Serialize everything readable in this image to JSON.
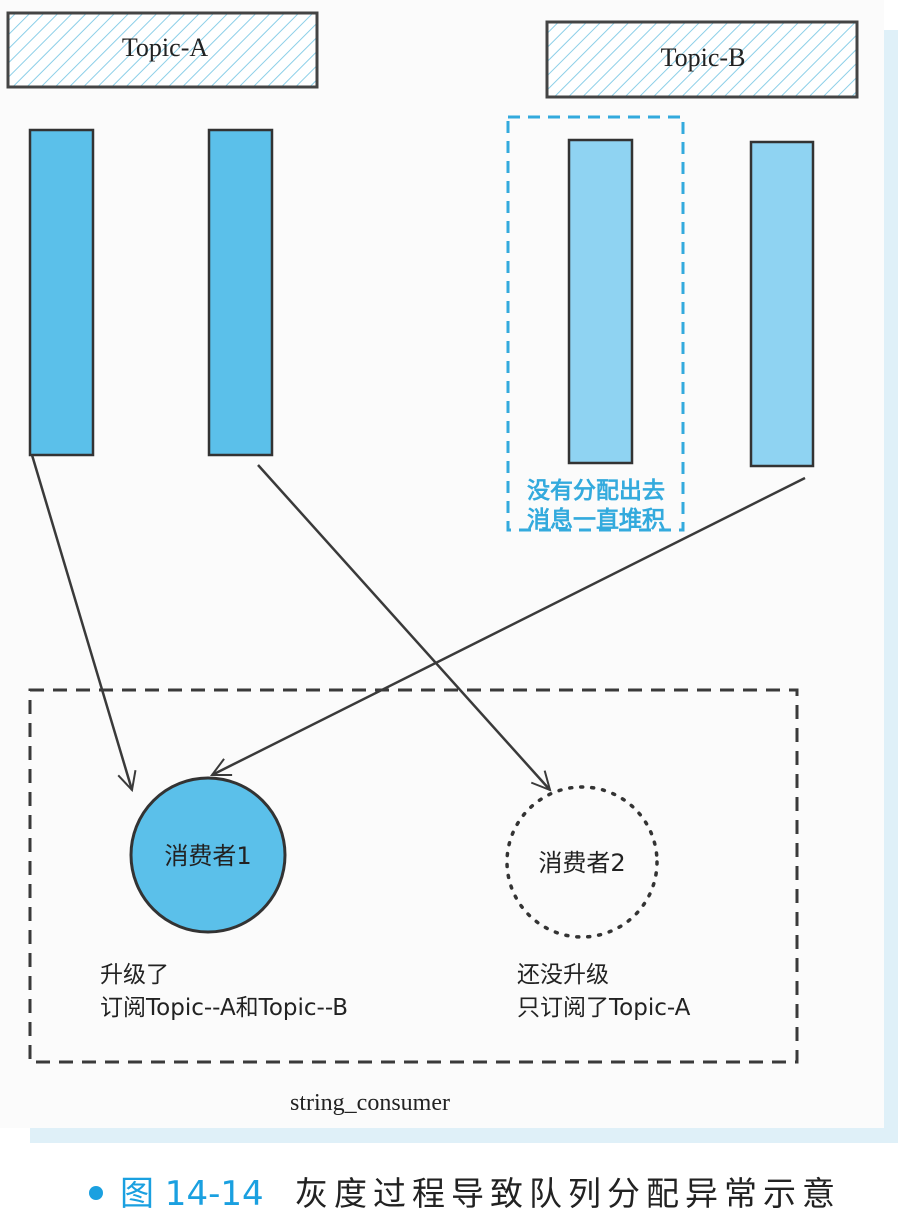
{
  "topics": [
    {
      "label": "Topic-A"
    },
    {
      "label": "Topic-B"
    }
  ],
  "backlog_note": {
    "line1": "没有分配出去",
    "line2": "消息一直堆积"
  },
  "consumers": [
    {
      "label": "消费者1",
      "status": "升级了",
      "subscription": "订阅Topic--A和Topic--B"
    },
    {
      "label": "消费者2",
      "status": "还没升级",
      "subscription": "只订阅了Topic-A"
    }
  ],
  "group_label": "string_consumer",
  "caption": {
    "number": "图 14-14",
    "title": "灰度过程导致队列分配异常示意"
  },
  "colors": {
    "queue_fill": "#5bc0ea",
    "queue_fill_b": "#8fd3f2",
    "accent": "#33aadd",
    "line": "#3a3a3a"
  }
}
